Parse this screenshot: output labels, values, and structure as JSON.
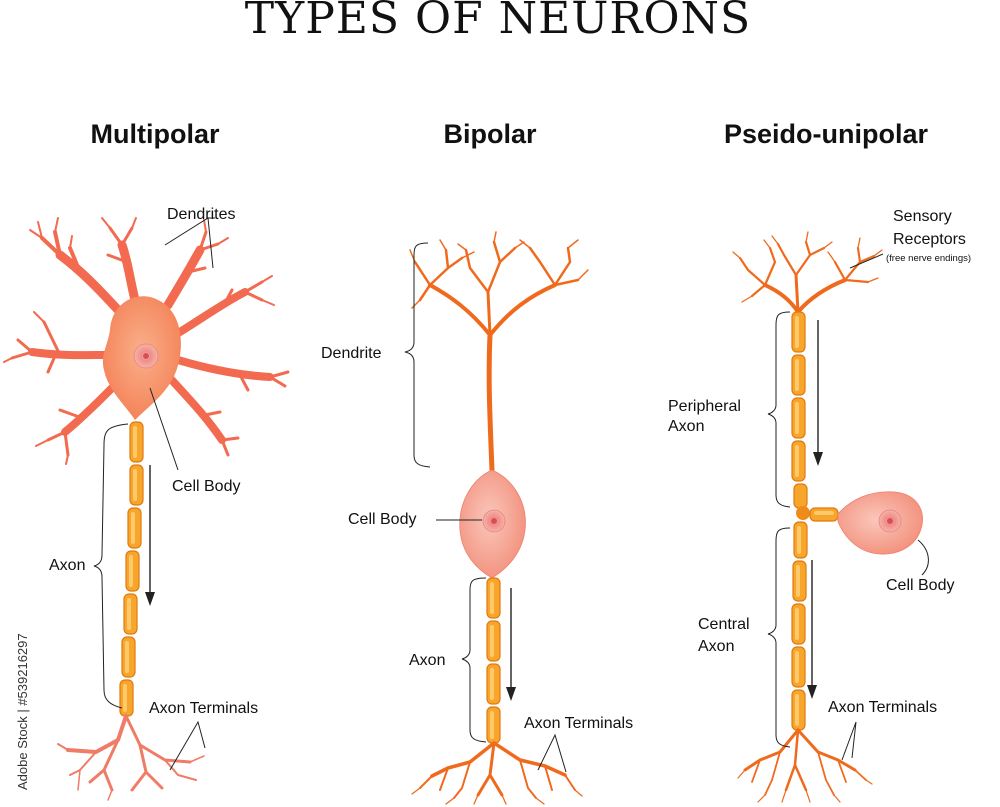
{
  "title": "TYPES OF NEURONS",
  "watermark": "Adobe Stock | #539216297",
  "colors": {
    "soma_multipolar": "#f58a5e",
    "soma_bipolar": "#f39a8a",
    "axon_segment": "#f7a62b",
    "dendrite": "#f06a1e"
  },
  "panels": [
    {
      "heading": "Multipolar",
      "labels": {
        "dendrites": "Dendrites",
        "cell_body": "Cell Body",
        "axon": "Axon",
        "axon_terminals": "Axon Terminals"
      }
    },
    {
      "heading": "Bipolar",
      "labels": {
        "dendrite": "Dendrite",
        "cell_body": "Cell Body",
        "axon": "Axon",
        "axon_terminals": "Axon Terminals"
      }
    },
    {
      "heading": "Pseido-unipolar",
      "labels": {
        "sensory_receptors_1": "Sensory",
        "sensory_receptors_2": "Receptors",
        "sensory_note": "(free nerve endings)",
        "peripheral_axon_1": "Peripheral",
        "peripheral_axon_2": "Axon",
        "cell_body": "Cell Body",
        "central_axon_1": "Central",
        "central_axon_2": "Axon",
        "axon_terminals": "Axon Terminals"
      }
    }
  ]
}
